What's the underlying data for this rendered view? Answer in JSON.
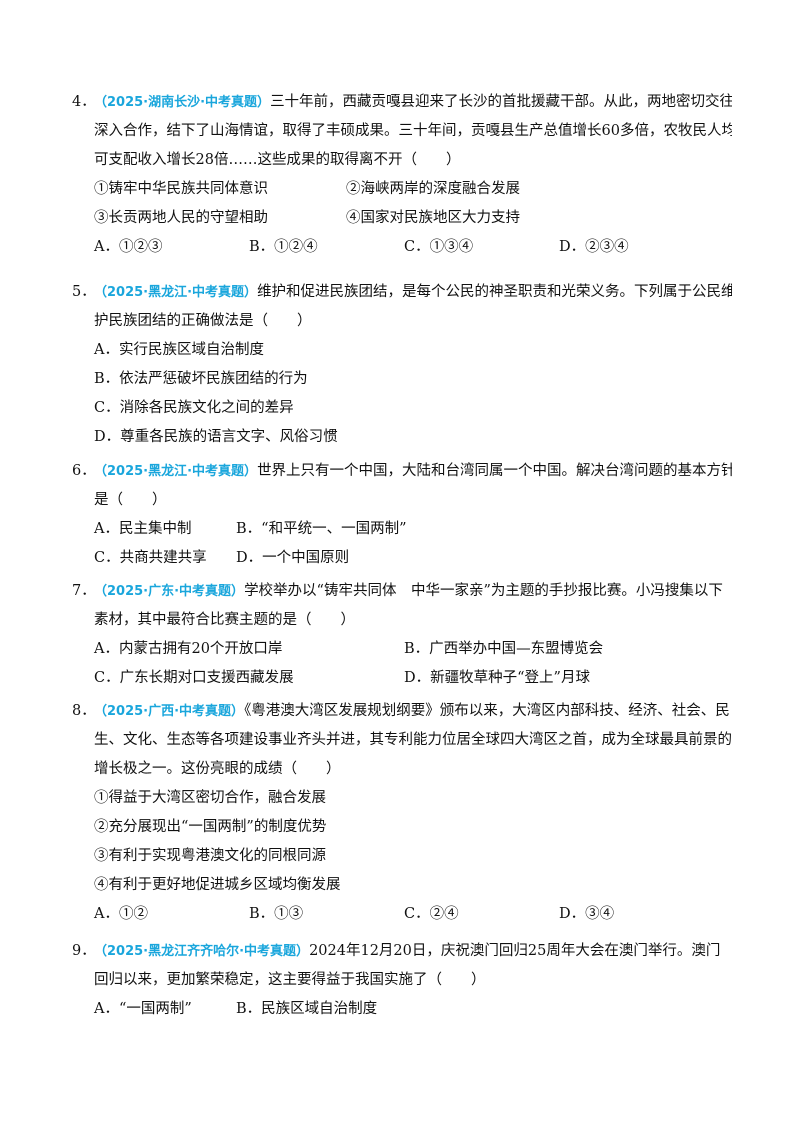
{
  "accent_color": "#1aa6dc",
  "questions": [
    {
      "number": "4．",
      "source": "（2025·湖南长沙·中考真题）",
      "lines": [
        "三十年前，西藏贡嘎县迎来了长沙的首批援藏干部。从此，两地密切交往、",
        "深入合作，结下了山海情谊，取得了丰硕成果。三十年间，贡嘎县生产总值增长60多倍，农牧民人均",
        "可支配收入增长28倍……这些成果的取得离不开（　　）"
      ],
      "items": [
        "①铸牢中华民族共同体意识",
        "②海峡两岸的深度融合发展",
        "③长贡两地人民的守望相助",
        "④国家对民族地区大力支持"
      ],
      "options": [
        "A．①②③",
        "B．①②④",
        "C．①③④",
        "D．②③④"
      ]
    },
    {
      "number": "5．",
      "source": "（2025·黑龙江·中考真题）",
      "lines": [
        "维护和促进民族团结，是每个公民的神圣职责和光荣义务。下列属于公民维",
        "护民族团结的正确做法是（　　）"
      ],
      "options": [
        "A．实行民族区域自治制度",
        "B．依法严惩破坏民族团结的行为",
        "C．消除各民族文化之间的差异",
        "D．尊重各民族的语言文字、风俗习惯"
      ]
    },
    {
      "number": "6．",
      "source": "（2025·黑龙江·中考真题）",
      "lines": [
        "世界上只有一个中国，大陆和台湾同属一个中国。解决台湾问题的基本方针",
        "是（　　）"
      ],
      "options": [
        "A．民主集中制",
        "B．“和平统一、一国两制”",
        "C．共商共建共享",
        "D．一个中国原则"
      ]
    },
    {
      "number": "7．",
      "source": "（2025·广东·中考真题）",
      "lines": [
        "学校举办以“铸牢共同体　中华一家亲”为主题的手抄报比赛。小冯搜集以下",
        "素材，其中最符合比赛主题的是（　　）"
      ],
      "options": [
        "A．内蒙古拥有20个开放口岸",
        "B．广西举办中国—东盟博览会",
        "C．广东长期对口支援西藏发展",
        "D．新疆牧草种子“登上”月球"
      ]
    },
    {
      "number": "8．",
      "source": "（2025·广西·中考真题）",
      "lines": [
        "《粤港澳大湾区发展规划纲要》颁布以来，大湾区内部科技、经济、社会、民",
        "生、文化、生态等各项建设事业齐头并进，其专利能力位居全球四大湾区之首，成为全球最具前景的",
        "增长极之一。这份亮眼的成绩（　　）"
      ],
      "items": [
        "①得益于大湾区密切合作，融合发展",
        "②充分展现出“一国两制”的制度优势",
        "③有利于实现粤港澳文化的同根同源",
        "④有利于更好地促进城乡区域均衡发展"
      ],
      "options": [
        "A．①②",
        "B．①③",
        "C．②④",
        "D．③④"
      ]
    },
    {
      "number": "9．",
      "source": "（2025·黑龙江齐齐哈尔·中考真题）",
      "lines": [
        "2024年12月20日，庆祝澳门回归25周年大会在澳门举行。澳门",
        "回归以来，更加繁荣稳定，这主要得益于我国实施了（　　）"
      ],
      "options": [
        "A．“一国两制”",
        "B．民族区域自治制度"
      ]
    }
  ]
}
